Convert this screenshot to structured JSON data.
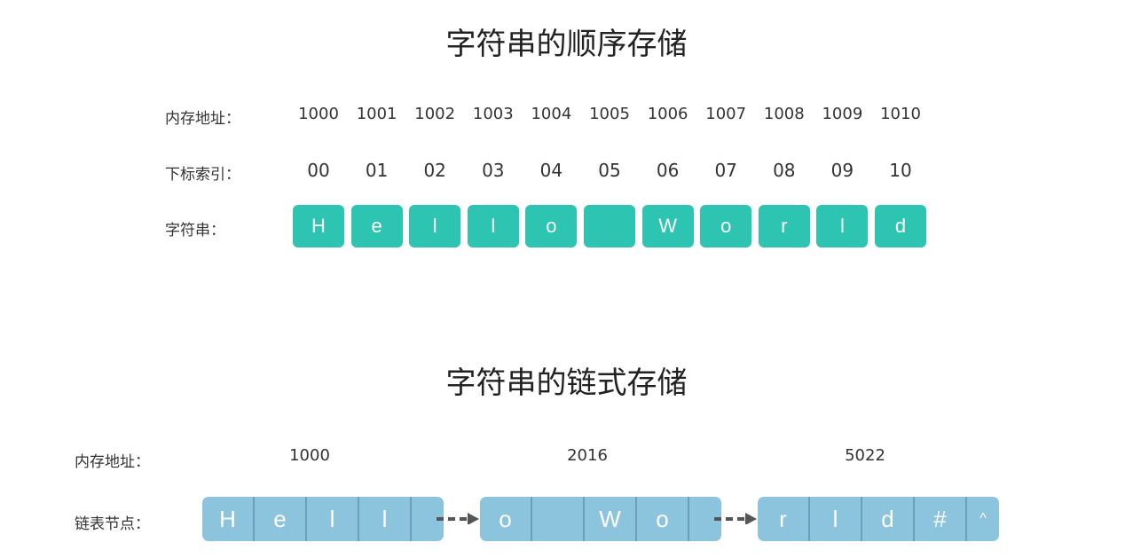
{
  "sequential": {
    "title": "字符串的顺序存储",
    "address_label": "内存地址：",
    "index_label": "下标索引：",
    "string_label": "字符串：",
    "addresses": [
      "1000",
      "1001",
      "1002",
      "1003",
      "1004",
      "1005",
      "1006",
      "1007",
      "1008",
      "1009",
      "1010"
    ],
    "indices": [
      "00",
      "01",
      "02",
      "03",
      "04",
      "05",
      "06",
      "07",
      "08",
      "09",
      "10"
    ],
    "chars": [
      "H",
      "e",
      "l",
      "l",
      "o",
      "",
      "W",
      "o",
      "r",
      "l",
      "d"
    ]
  },
  "linked": {
    "title": "字符串的链式存储",
    "address_label": "内存地址：",
    "node_label": "链表节点：",
    "nodes": [
      {
        "address": "1000",
        "chars": [
          "H",
          "e",
          "l",
          "l"
        ],
        "pointer": ""
      },
      {
        "address": "2016",
        "chars": [
          "o",
          "",
          "W",
          "o"
        ],
        "pointer": ""
      },
      {
        "address": "5022",
        "chars": [
          "r",
          "l",
          "d",
          "#"
        ],
        "pointer": "^"
      }
    ]
  },
  "colors": {
    "cell_fill": "#2ec4b2",
    "node_fill": "#8cc3dd",
    "node_divider": "#6e9fb6",
    "arrow": "#555555"
  }
}
